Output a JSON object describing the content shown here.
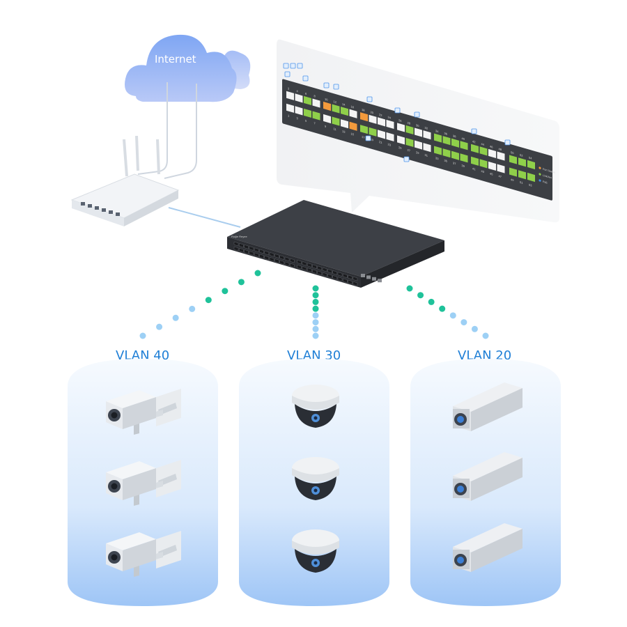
{
  "cloud": {
    "label": "Internet"
  },
  "switch_panel": {
    "top_port_numbers": [
      "2",
      "4",
      "6",
      "8",
      "10",
      "12",
      "14",
      "16",
      "18",
      "20",
      "22",
      "24",
      "26",
      "28",
      "30",
      "32",
      "34",
      "36",
      "38",
      "40",
      "42",
      "44",
      "46",
      "48"
    ],
    "bottom_port_numbers": [
      "1",
      "3",
      "5",
      "7",
      "9",
      "11",
      "13",
      "15",
      "17",
      "19",
      "21",
      "23",
      "25",
      "27",
      "29",
      "31",
      "33",
      "35",
      "37",
      "39",
      "41",
      "43",
      "45",
      "47"
    ],
    "uplink_numbers_top": [
      "50",
      "52",
      "54"
    ],
    "uplink_numbers_bottom": [
      "49",
      "51",
      "53"
    ],
    "legend": [
      "Port Status",
      "Link/Act",
      "PoE"
    ],
    "colors": {
      "green": "#8fcf4a",
      "orange": "#f39a3c",
      "blue": "#3f8fe8",
      "port": "#f4f4f4",
      "panel": "#3c3f44"
    }
  },
  "switch": {
    "brand": "Ruijie Reyee"
  },
  "vlans": [
    {
      "label": "VLAN 40",
      "camera_type": "box-camera-icon"
    },
    {
      "label": "VLAN 30",
      "camera_type": "dome-camera-icon"
    },
    {
      "label": "VLAN 20",
      "camera_type": "bullet-camera-icon"
    }
  ],
  "colors": {
    "vlan_text": "#1f7fd6",
    "dot_green": "#1fc29a",
    "dot_blue": "#9dd0f5",
    "cylinder_top": "#f4f9fe",
    "cylinder_bottom": "#9ec5f6"
  }
}
